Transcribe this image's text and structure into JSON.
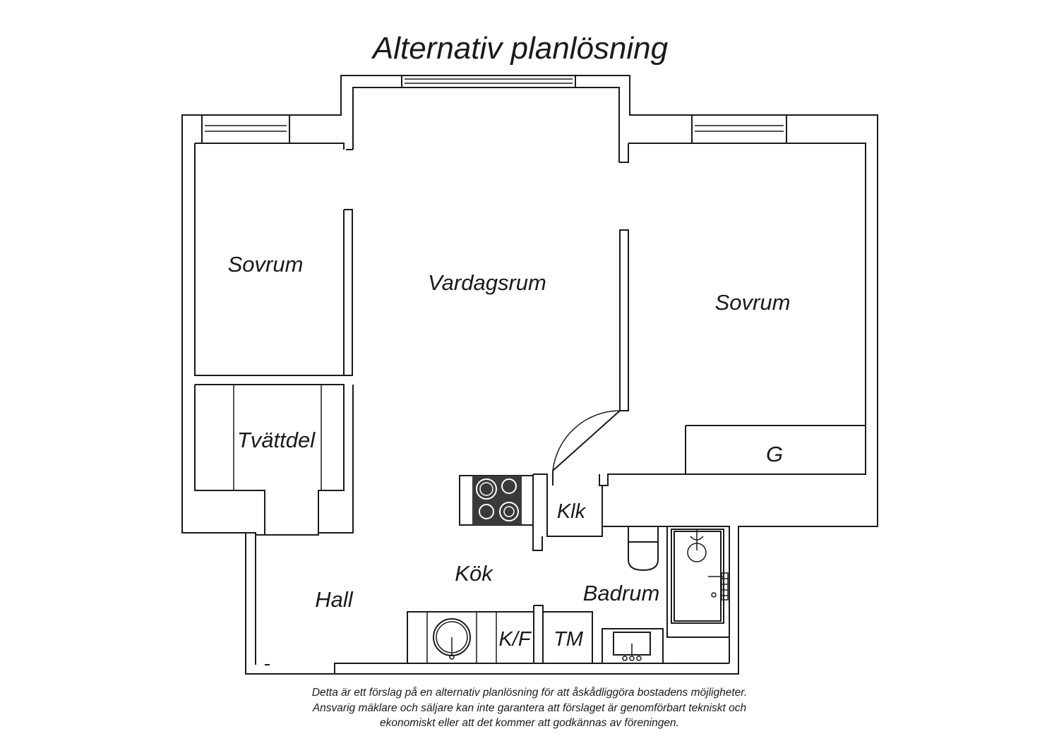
{
  "title": "Alternativ planlösning",
  "rooms": {
    "sovrum_left": "Sovrum",
    "vardagsrum": "Vardagsrum",
    "sovrum_right": "Sovrum",
    "tvattdel": "Tvättdel",
    "g": "G",
    "klk": "Klk",
    "kok": "Kök",
    "hall": "Hall",
    "badrum": "Badrum",
    "kf": "K/F",
    "tm": "TM"
  },
  "disclaimer": [
    "Detta är ett förslag på en alternativ planlösning för att åskådliggöra bostadens möjligheter.",
    "Ansvarig mäklare och säljare kan inte garantera att förslaget är genomförbart tekniskt och",
    "ekonomiskt eller att det kommer att godkännas av föreningen."
  ],
  "colors": {
    "line": "#1a1a1a",
    "stove": "#3a3a3a",
    "background": "#ffffff"
  }
}
